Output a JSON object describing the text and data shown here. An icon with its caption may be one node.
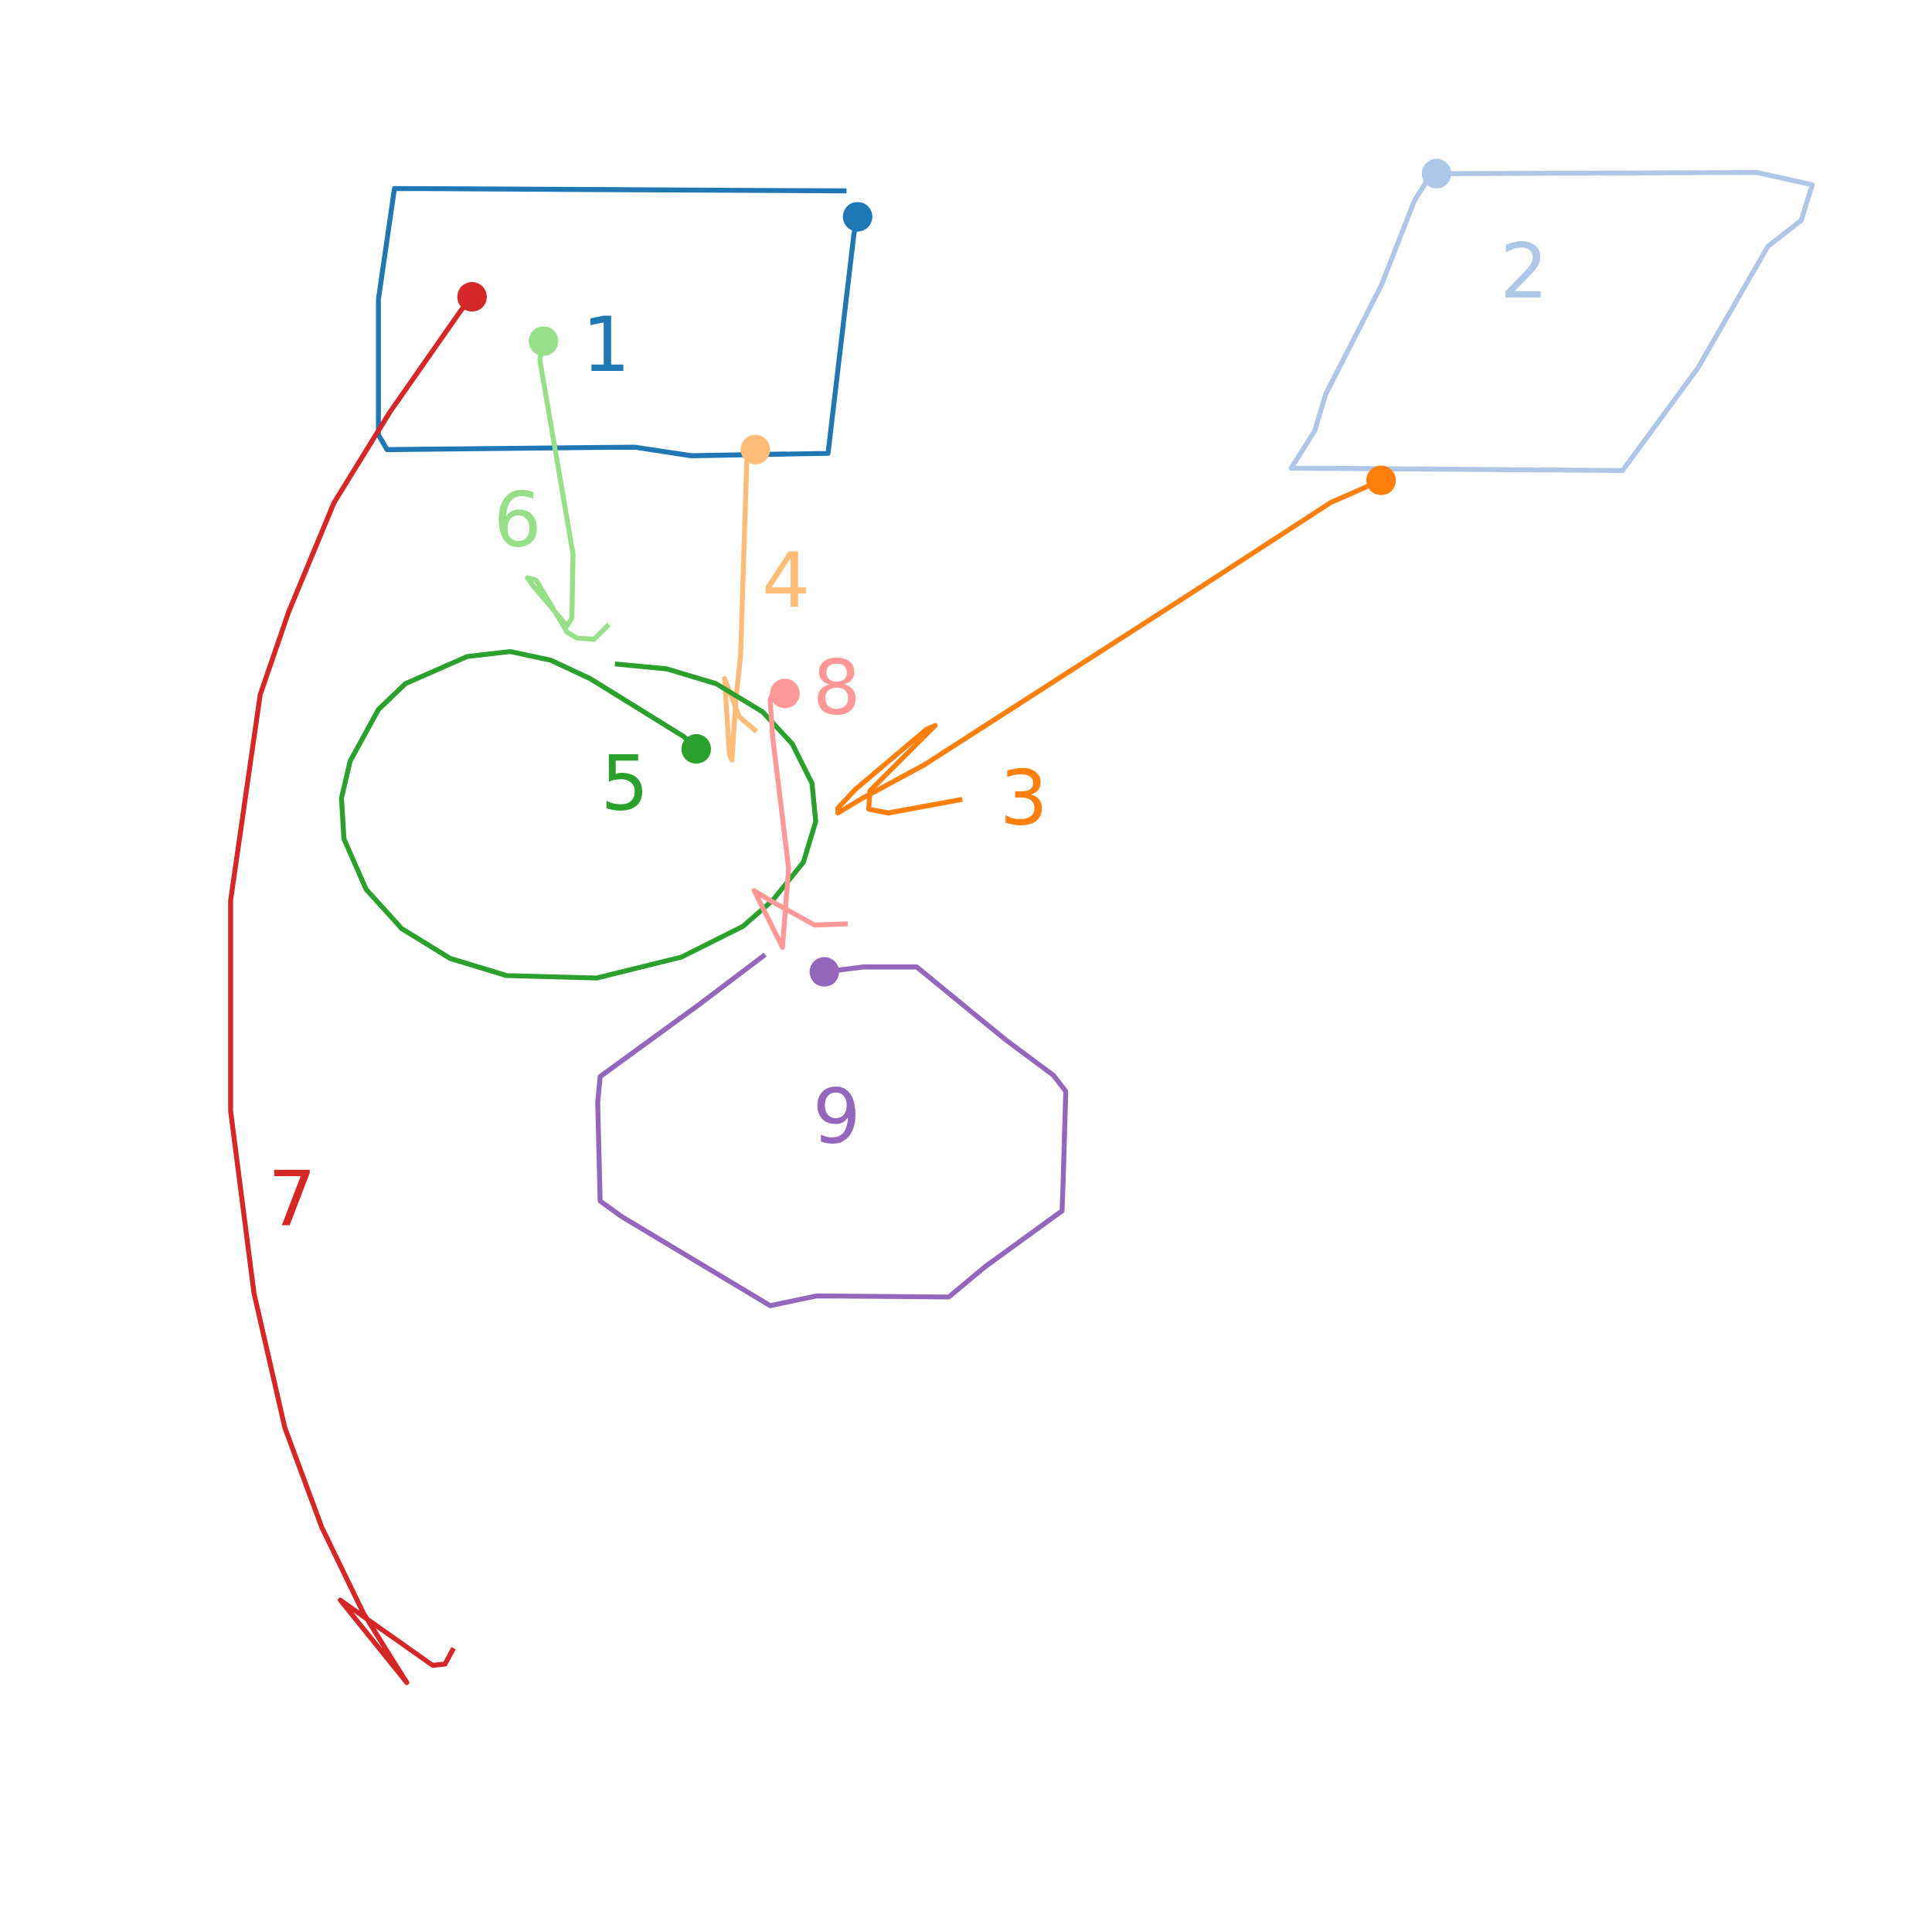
{
  "diagram": {
    "labels": [
      "2",
      "1",
      "6",
      "4",
      "8",
      "3",
      "5",
      "7",
      "9"
    ]
  }
}
